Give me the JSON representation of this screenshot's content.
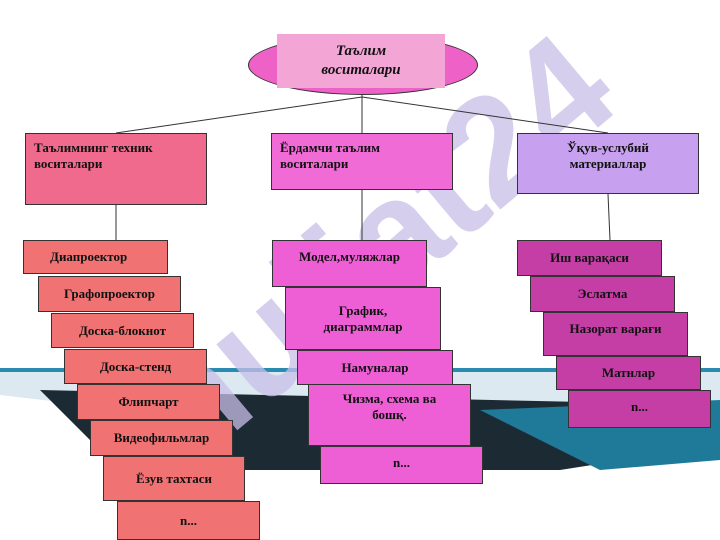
{
  "root": {
    "line1": "Таълим",
    "line2": "воситалари"
  },
  "categories": [
    {
      "line1": "Таълимнинг  техник",
      "line2": "воситалари",
      "items": [
        "Диапроектор",
        "Графопроектор",
        "Доска-блокнот",
        "Доска-стенд",
        "Флипчарт",
        "Видеофильмлар",
        "Ёзув тахтаси",
        "n..."
      ]
    },
    {
      "line1": "Ёрдамчи таълим",
      "line2": "воситалари",
      "items": [
        {
          "line1": "Модел,муляжлар"
        },
        {
          "line1": "График,",
          "line2": "диаграммлар"
        },
        {
          "line1": "Намуналар"
        },
        {
          "line1": "Чизма, схема ва",
          "line2": "бошқ."
        },
        {
          "line1": "n..."
        }
      ]
    },
    {
      "line1": "Ўқув-услубий",
      "line2": "материаллар",
      "items": [
        "Иш варақаси",
        "Эслатма",
        "Назорат варағи",
        "Матнлар",
        "n..."
      ]
    }
  ],
  "watermark": "hujjat24",
  "colors": {
    "root": "#ee62c7",
    "root_label": "#f3a6d6",
    "cat1": "#f06a8e",
    "cat2": "#f06bd6",
    "cat3": "#c8a0f0",
    "col1_items": "#f07272",
    "col2_items": "#ee5fd6",
    "col3_items": "#c43ea6",
    "band": "#1f7a9a",
    "watermark": "#c8bfe8"
  }
}
